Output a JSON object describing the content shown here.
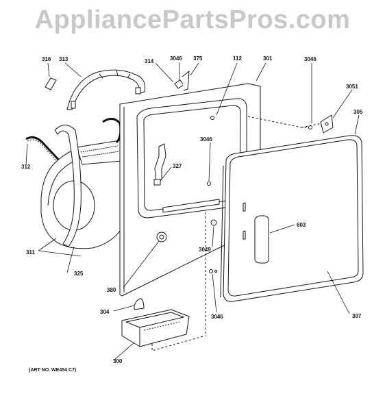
{
  "watermark": "AppliancePartsPros.com",
  "art_number": "(ART NO. WE454 C7)",
  "colors": {
    "line": "#111111",
    "watermark": "#c8c8c8",
    "background": "#ffffff"
  },
  "callouts": {
    "p316": "316",
    "p313": "313",
    "p314": "314",
    "p3046a": "3046",
    "p375": "375",
    "p112": "112",
    "p301": "301",
    "p3046b": "3046",
    "p3051": "3051",
    "p305": "305",
    "p3046c": "3046",
    "p327": "327",
    "p312": "312",
    "p603": "603",
    "p3049": "3049",
    "p311": "311",
    "p325": "325",
    "p380": "380",
    "p304": "304",
    "p3046d": "3046",
    "p307": "307",
    "p300": "300"
  }
}
